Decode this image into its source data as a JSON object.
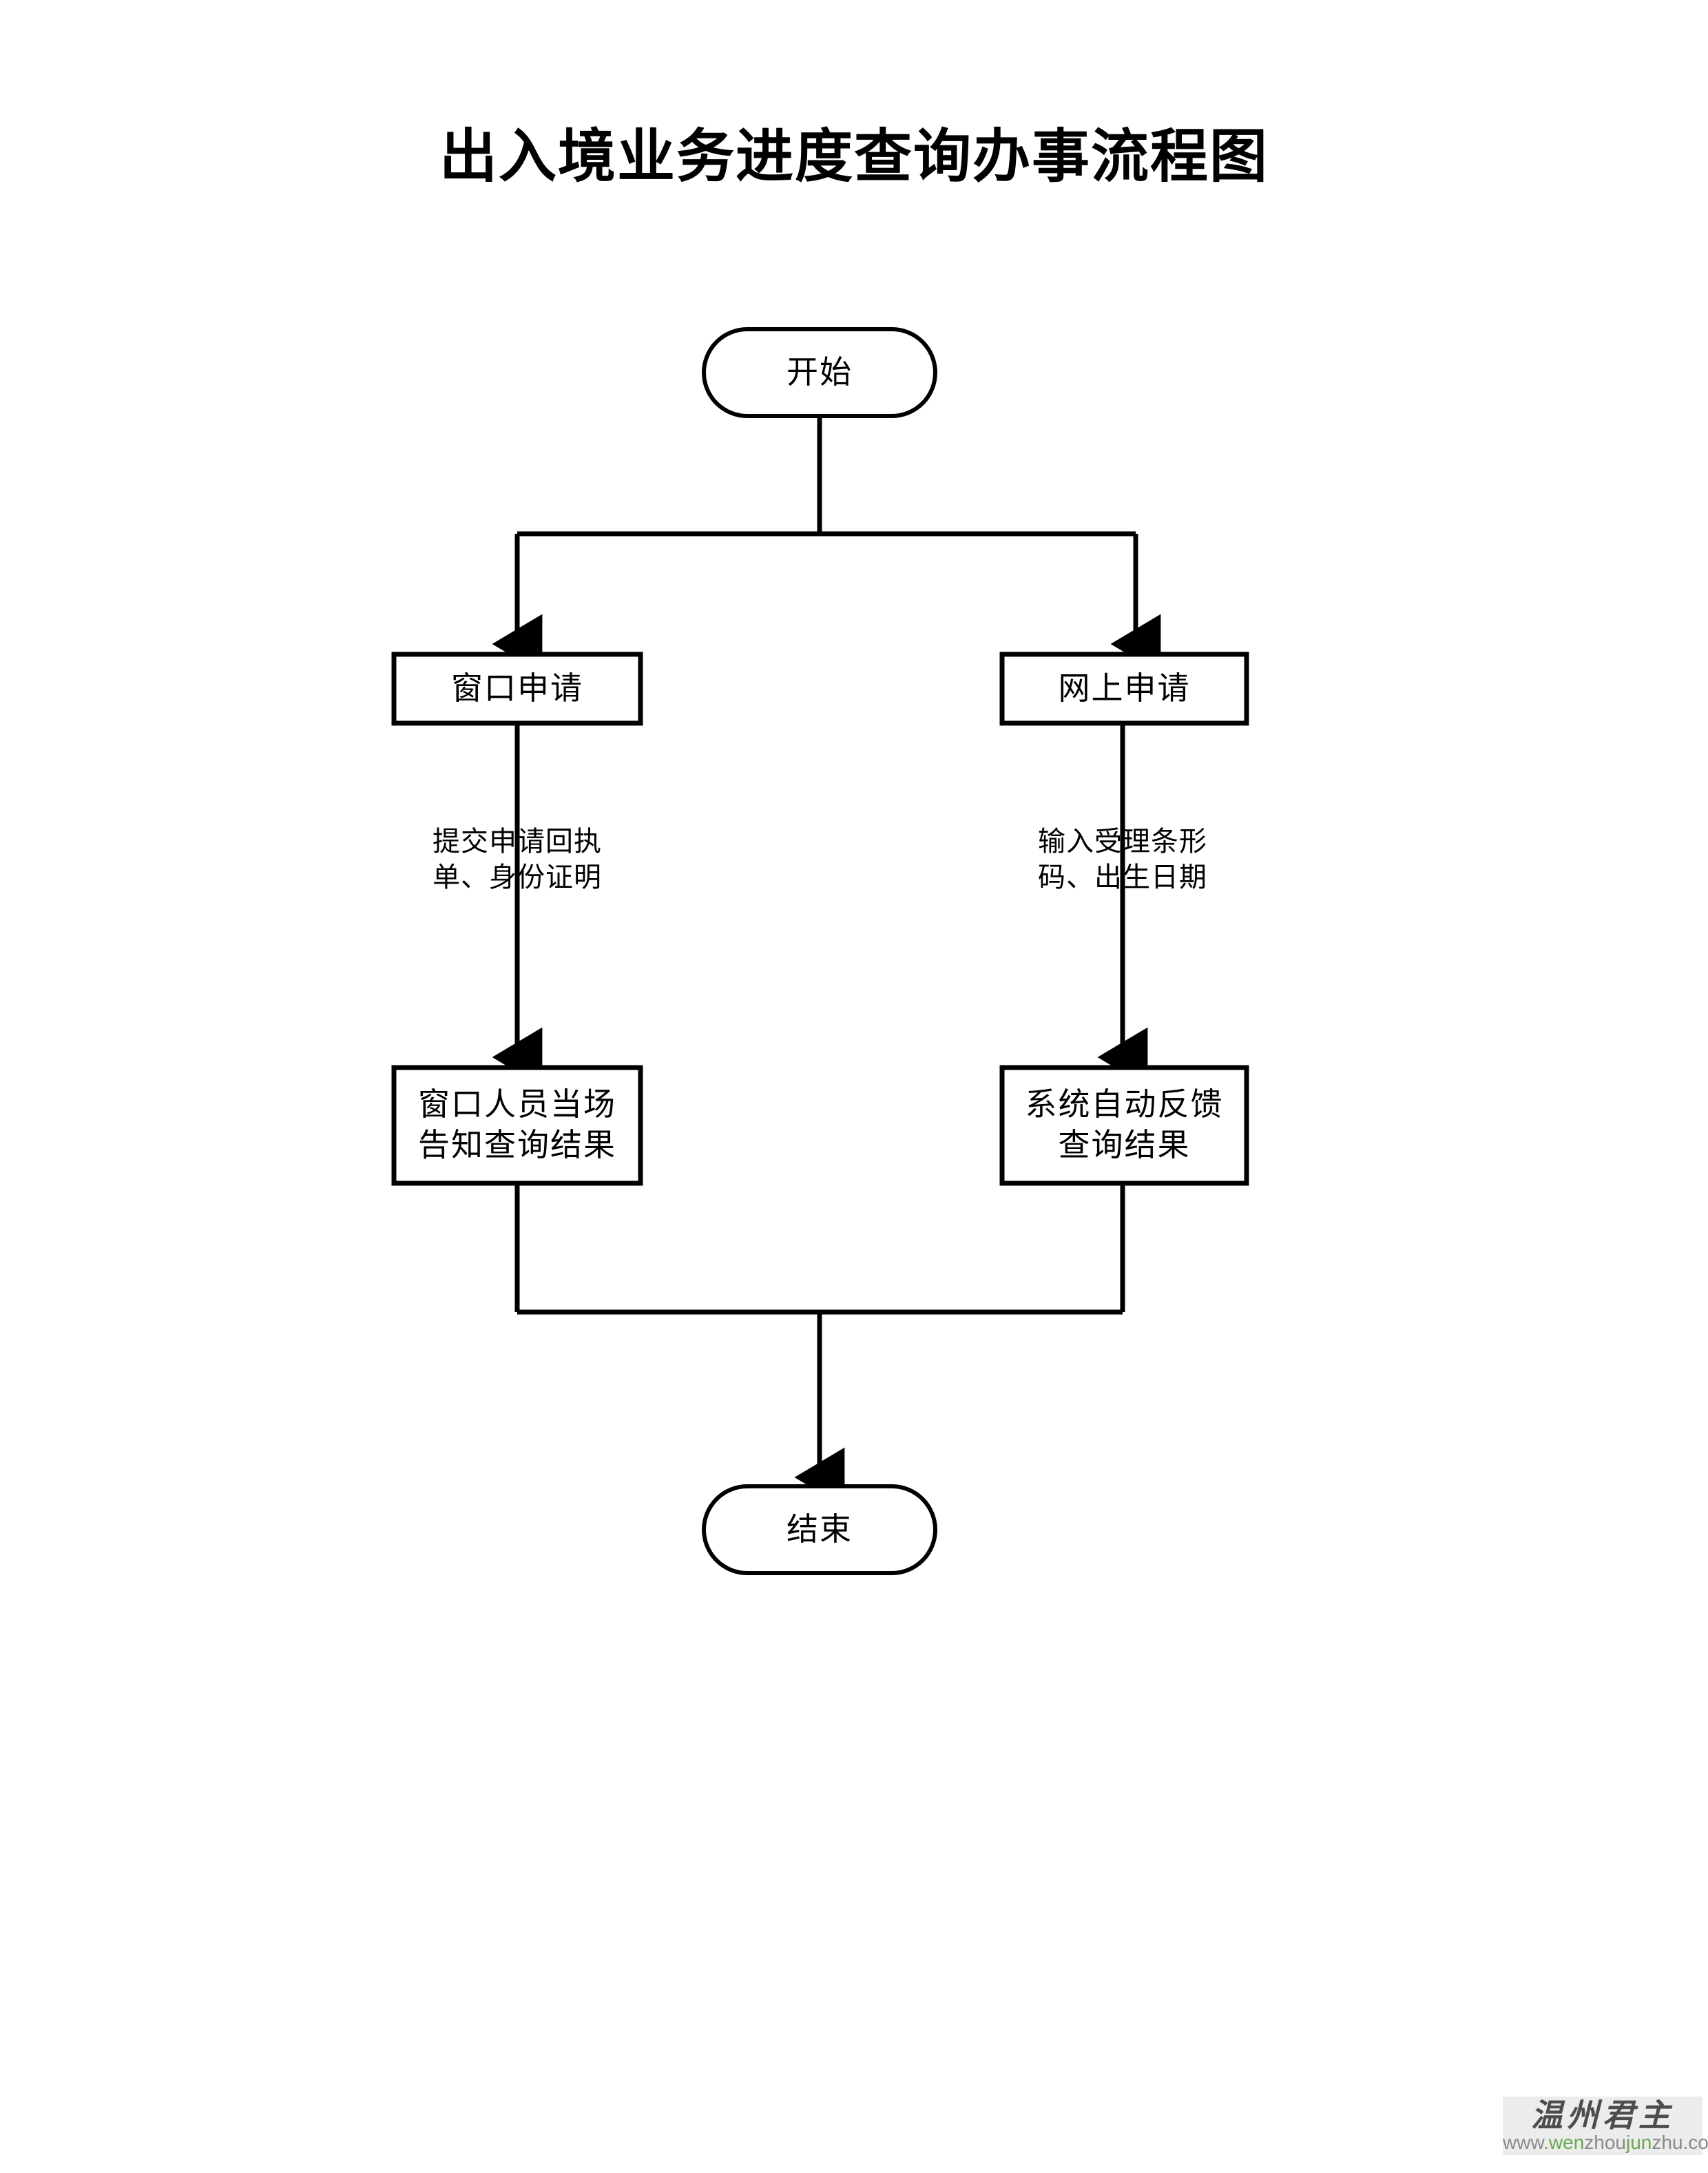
{
  "page": {
    "title": "出入境业务进度查询办事流程图",
    "background_color": "#ffffff",
    "line_color": "#000000",
    "text_color": "#000000"
  },
  "chart_data": {
    "type": "diagram",
    "diagram_kind": "flowchart",
    "title": "出入境业务进度查询办事流程图",
    "orientation": "top-to-bottom",
    "nodes": [
      {
        "id": "start",
        "label": "开始",
        "shape": "stadium",
        "lines": [
          "开始"
        ]
      },
      {
        "id": "window_apply",
        "label": "窗口申请",
        "shape": "rectangle",
        "lines": [
          "窗口申请"
        ]
      },
      {
        "id": "online_apply",
        "label": "网上申请",
        "shape": "rectangle",
        "lines": [
          "网上申请"
        ]
      },
      {
        "id": "window_result",
        "label": "窗口人员当场告知查询结果",
        "shape": "rectangle",
        "lines": [
          "窗口人员当场",
          "告知查询结果"
        ]
      },
      {
        "id": "system_result",
        "label": "系统自动反馈查询结果",
        "shape": "rectangle",
        "lines": [
          "系统自动反馈",
          "查询结果"
        ]
      },
      {
        "id": "end",
        "label": "结束",
        "shape": "stadium",
        "lines": [
          "结束"
        ]
      }
    ],
    "edges": [
      {
        "from": "start",
        "to": "window_apply",
        "label": ""
      },
      {
        "from": "start",
        "to": "online_apply",
        "label": ""
      },
      {
        "from": "window_apply",
        "to": "window_result",
        "label": "提交申请回执单、身份证明",
        "lines": [
          "提交申请回执",
          "单、身份证明"
        ]
      },
      {
        "from": "online_apply",
        "to": "system_result",
        "label": "输入受理条形码、出生日期",
        "lines": [
          "输入受理条形",
          "码、出生日期"
        ]
      },
      {
        "from": "window_result",
        "to": "end",
        "label": ""
      },
      {
        "from": "system_result",
        "to": "end",
        "label": ""
      }
    ]
  },
  "watermark": {
    "brand": "温州君主",
    "url_prefix": "www.",
    "url_part1": "wen",
    "url_part2": "zhou",
    "url_part3": "jun",
    "url_part4": "zhu.com",
    "accent_color": "#6aa84f",
    "text_color": "#8a8a8a"
  }
}
